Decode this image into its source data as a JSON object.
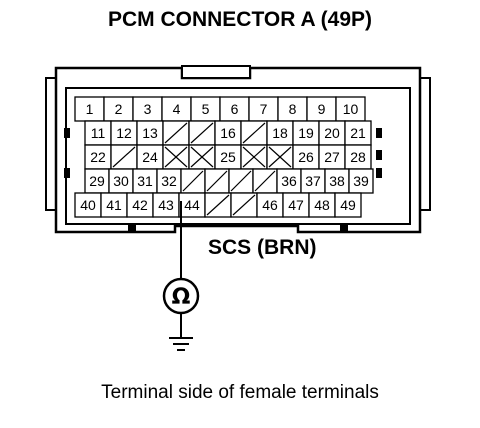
{
  "title": "PCM CONNECTOR A (49P)",
  "wire_label": "SCS (BRN)",
  "caption": "Terminal side of female terminals",
  "meter_symbol": "Ω",
  "icons": {
    "ohmmeter": "ohmmeter-icon",
    "ground": "ground-icon"
  },
  "probe_terminal": "43",
  "rows": [
    {
      "cells": [
        "1",
        "2",
        "3",
        "4",
        "5",
        "6",
        "7",
        "8",
        "9",
        "10"
      ]
    },
    {
      "cells": [
        "11",
        "12",
        "13",
        "/",
        "/",
        "16",
        "/",
        "18",
        "19",
        "20",
        "21"
      ]
    },
    {
      "cells": [
        "22",
        "/",
        "24",
        "X",
        "X",
        "25",
        "X",
        "X",
        "26",
        "27",
        "28"
      ]
    },
    {
      "cells": [
        "29",
        "30",
        "31",
        "32",
        "/",
        "/",
        "/",
        "/",
        "36",
        "37",
        "38",
        "39"
      ]
    },
    {
      "cells": [
        "40",
        "41",
        "42",
        "43",
        "44",
        "/",
        "/",
        "46",
        "47",
        "48",
        "49"
      ]
    }
  ]
}
